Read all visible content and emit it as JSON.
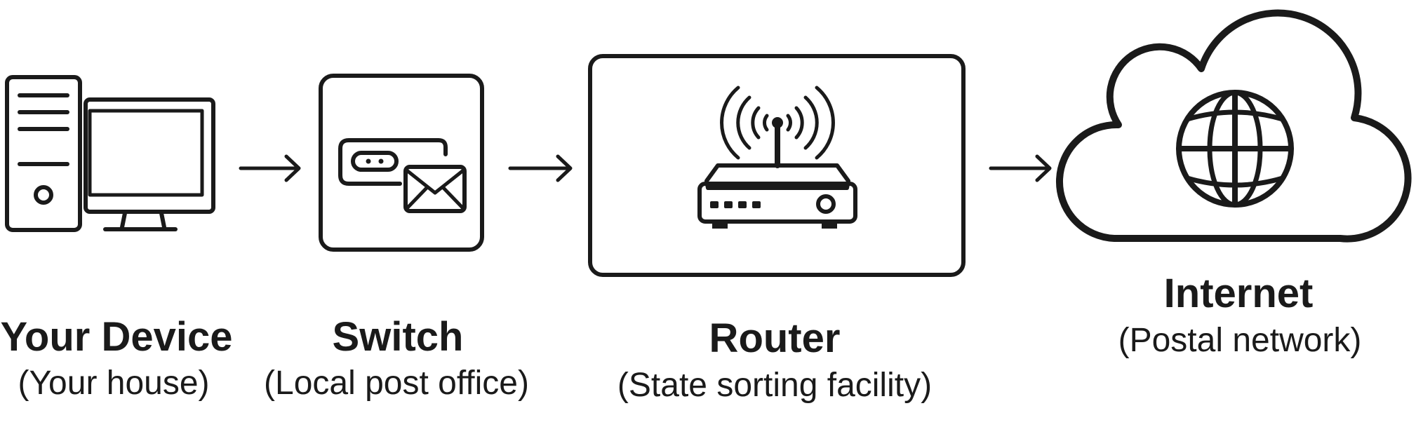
{
  "nodes": [
    {
      "id": "device",
      "title": "Your Device",
      "subtitle": "(Your house)",
      "icon": "desktop-computer-icon"
    },
    {
      "id": "switch",
      "title": "Switch",
      "subtitle": "(Local post office)",
      "icon": "switch-envelope-icon"
    },
    {
      "id": "router",
      "title": "Router",
      "subtitle": "(State sorting facility)",
      "icon": "wifi-router-icon"
    },
    {
      "id": "internet",
      "title": "Internet",
      "subtitle": "(Postal network)",
      "icon": "cloud-globe-icon"
    }
  ],
  "colors": {
    "stroke": "#1a1a1a",
    "background": "#ffffff"
  }
}
